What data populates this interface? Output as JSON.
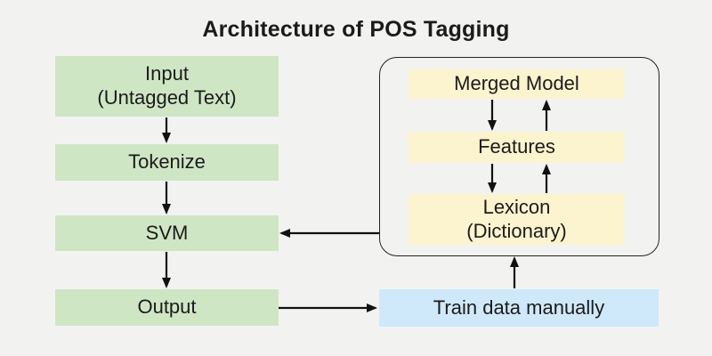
{
  "title": "Architecture of POS Tagging",
  "colors": {
    "background": "#f2f3f1",
    "green_box": "#cfe6c4",
    "yellow_box": "#fcf3cf",
    "blue_box": "#d0e9fa"
  },
  "pipeline": {
    "input": "Input\n(Untagged Text)",
    "tokenize": "Tokenize",
    "svm": "SVM",
    "output": "Output"
  },
  "model_group": {
    "merged_model": "Merged Model",
    "features": "Features",
    "lexicon": "Lexicon\n(Dictionary)"
  },
  "train": "Train data manually"
}
